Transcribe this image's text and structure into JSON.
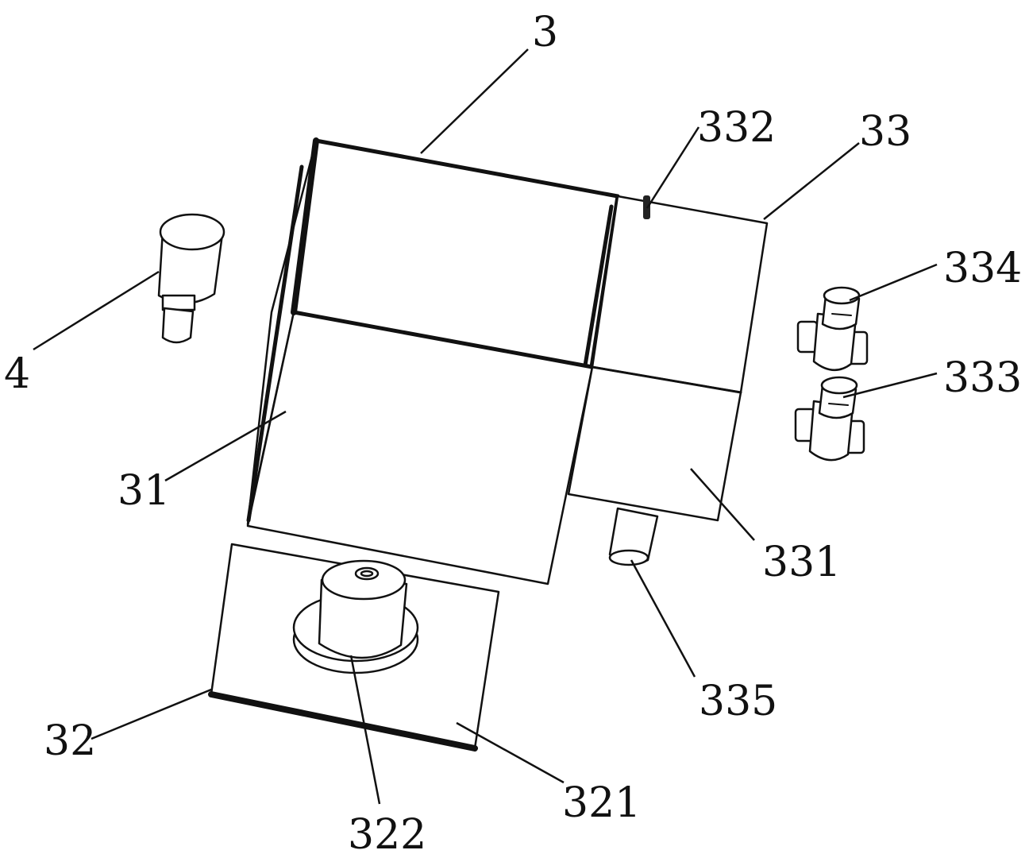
{
  "labels": {
    "l3": "3",
    "l4": "4",
    "l31": "31",
    "l32": "32",
    "l33": "33",
    "l321": "321",
    "l322": "322",
    "l331": "331",
    "l332": "332",
    "l333": "333",
    "l334": "334",
    "l335": "335"
  },
  "colors": {
    "line": "#111111",
    "background": "#ffffff"
  }
}
